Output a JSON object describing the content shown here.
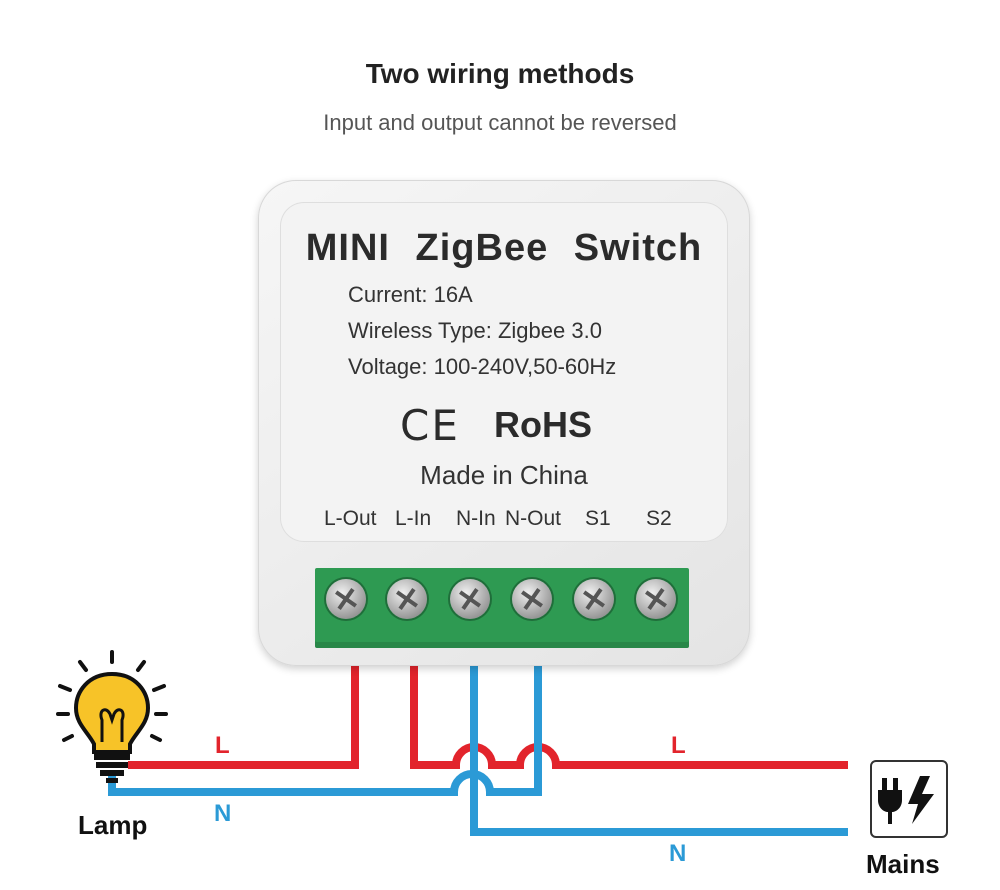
{
  "header": {
    "title": "Two wiring methods",
    "subtitle": "Input and output cannot be reversed"
  },
  "device": {
    "name": "MINI ZigBee Switch",
    "specs": [
      "Current: 16A",
      "Wireless Type: Zigbee 3.0",
      "Voltage: 100-240V,50-60Hz"
    ],
    "ce_mark": "CE",
    "rohs_mark": "RoHS",
    "origin": "Made in China",
    "terminals": [
      "L-Out",
      "L-In",
      "N-In",
      "N-Out",
      "S1",
      "S2"
    ]
  },
  "wiring": {
    "live_label_left": "L",
    "live_label_right": "L",
    "neutral_label_left": "N",
    "neutral_label_right": "N"
  },
  "lamp": {
    "caption": "Lamp",
    "icon": "light-bulb-icon"
  },
  "mains": {
    "caption": "Mains",
    "icon": "power-plug-icon"
  },
  "colors": {
    "live": "#e2242c",
    "neutral": "#2b9ad6",
    "terminal_block": "#2e9a52",
    "lamp_bulb": "#f7c328"
  }
}
